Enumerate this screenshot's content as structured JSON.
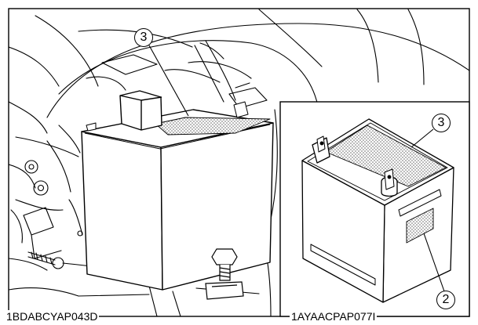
{
  "main_figure": {
    "code": "1BDABCYAP043D",
    "callout": "3"
  },
  "inset_figure": {
    "code": "1AYAACPAP077I",
    "callouts": [
      "3",
      "2"
    ]
  },
  "colors": {
    "line": "#000000",
    "background": "#ffffff",
    "dot_fill": "#9a9a9a"
  }
}
